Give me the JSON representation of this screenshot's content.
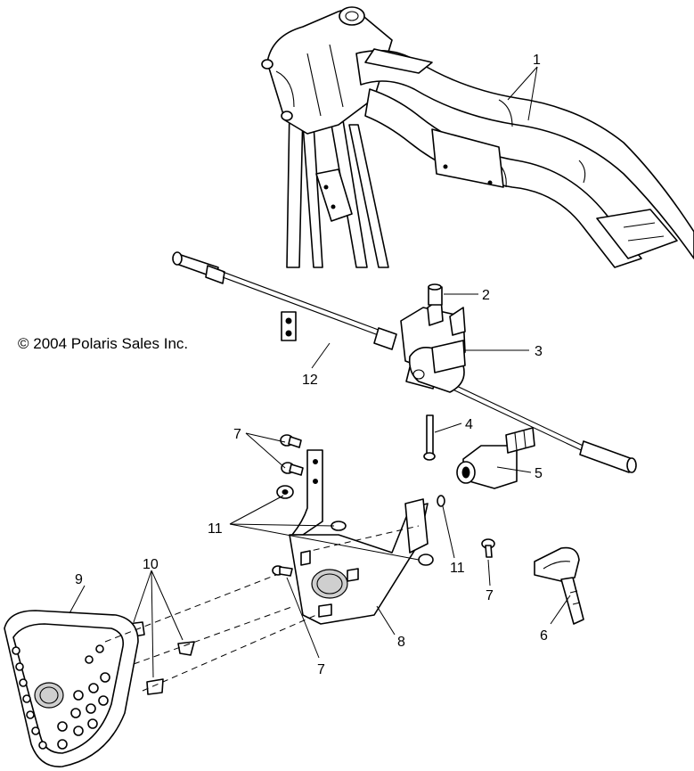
{
  "copyright": "© 2004 Polaris Sales Inc.",
  "callouts": [
    {
      "id": "c1",
      "label": "1"
    },
    {
      "id": "c2",
      "label": "2"
    },
    {
      "id": "c3",
      "label": "3"
    },
    {
      "id": "c4",
      "label": "4"
    },
    {
      "id": "c5",
      "label": "5"
    },
    {
      "id": "c6",
      "label": "6"
    },
    {
      "id": "c7a",
      "label": "7"
    },
    {
      "id": "c7b",
      "label": "7"
    },
    {
      "id": "c7c",
      "label": "7"
    },
    {
      "id": "c8",
      "label": "8"
    },
    {
      "id": "c9",
      "label": "9"
    },
    {
      "id": "c10",
      "label": "10"
    },
    {
      "id": "c11a",
      "label": "11"
    },
    {
      "id": "c11b",
      "label": "11"
    },
    {
      "id": "c12",
      "label": "12"
    }
  ]
}
